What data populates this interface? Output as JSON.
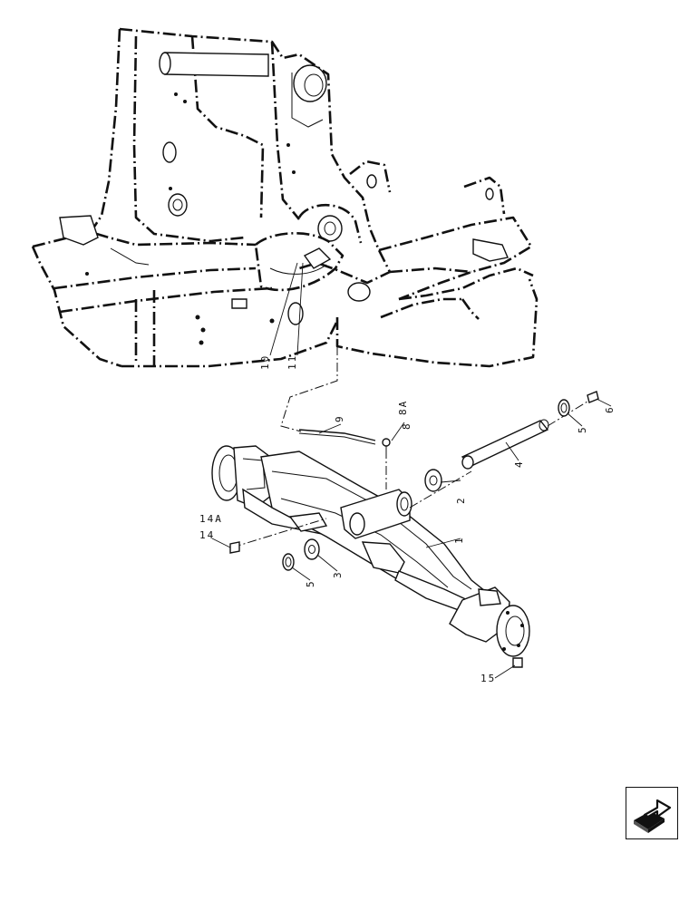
{
  "callouts": {
    "c1": "1",
    "c2": "2",
    "c3": "3",
    "c4": "4",
    "c5a": "5",
    "c5b": "5",
    "c6": "6",
    "c8": "8",
    "c8A": "8A",
    "c9": "9",
    "c10": "10",
    "c11": "11",
    "c14": "14",
    "c14A": "14A",
    "c15": "15"
  },
  "nav": {
    "icon": "arrow-forward-icon"
  }
}
